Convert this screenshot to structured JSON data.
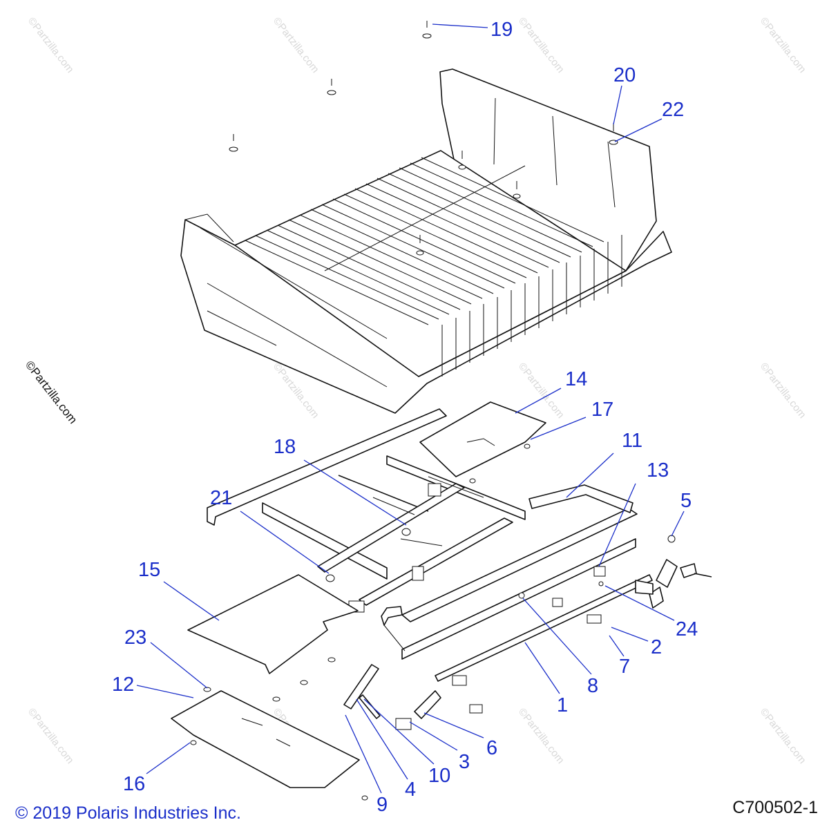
{
  "diagram": {
    "callouts": [
      {
        "id": "c1",
        "label": "1"
      },
      {
        "id": "c2",
        "label": "2"
      },
      {
        "id": "c3",
        "label": "3"
      },
      {
        "id": "c4",
        "label": "4"
      },
      {
        "id": "c5",
        "label": "5"
      },
      {
        "id": "c6",
        "label": "6"
      },
      {
        "id": "c7",
        "label": "7"
      },
      {
        "id": "c8",
        "label": "8"
      },
      {
        "id": "c9",
        "label": "9"
      },
      {
        "id": "c10",
        "label": "10"
      },
      {
        "id": "c11",
        "label": "11"
      },
      {
        "id": "c12",
        "label": "12"
      },
      {
        "id": "c13",
        "label": "13"
      },
      {
        "id": "c14",
        "label": "14"
      },
      {
        "id": "c15",
        "label": "15"
      },
      {
        "id": "c16",
        "label": "16"
      },
      {
        "id": "c17",
        "label": "17"
      },
      {
        "id": "c18",
        "label": "18"
      },
      {
        "id": "c19",
        "label": "19"
      },
      {
        "id": "c20",
        "label": "20"
      },
      {
        "id": "c21",
        "label": "21"
      },
      {
        "id": "c22",
        "label": "22"
      },
      {
        "id": "c23",
        "label": "23"
      },
      {
        "id": "c24",
        "label": "24"
      }
    ],
    "copyright": "© 2019 Polaris Industries Inc.",
    "figure_id": "C700502-1",
    "side_watermark": "©Partzilla.com",
    "watermark": "©Partzilla.com",
    "callout_color": "#1a2ec9"
  }
}
